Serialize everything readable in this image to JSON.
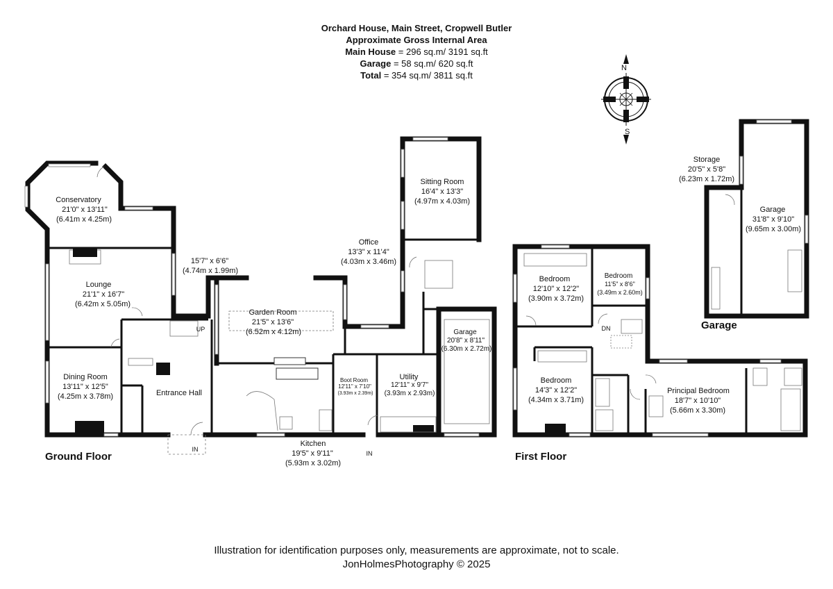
{
  "header": {
    "address": "Orchard House, Main Street, Cropwell Butler",
    "area_title": "Approximate Gross Internal Area",
    "main_house_label": "Main House",
    "main_house_value": "= 296 sq.m/ 3191 sq.ft",
    "garage_label": "Garage",
    "garage_value": "= 58 sq.m/ 620 sq.ft",
    "total_label": "Total",
    "total_value": "= 354 sq.m/ 3811 sq.ft"
  },
  "compass": {
    "north": "N",
    "south": "S"
  },
  "floors": {
    "ground": "Ground Floor",
    "first": "First Floor",
    "garage": "Garage"
  },
  "rooms": {
    "conservatory": {
      "name": "Conservatory",
      "imperial": "21'0\" x 13'11\"",
      "metric": "(6.41m x 4.25m)"
    },
    "passage": {
      "imperial": "15'7\" x 6'6\"",
      "metric": "(4.74m x 1.99m)"
    },
    "lounge": {
      "name": "Lounge",
      "imperial": "21'1\" x 16'7\"",
      "metric": "(6.42m x 5.05m)"
    },
    "dining": {
      "name": "Dining Room",
      "imperial": "13'11\" x 12'5\"",
      "metric": "(4.25m x 3.78m)"
    },
    "entrance": {
      "name": "Entrance Hall"
    },
    "garden_room": {
      "name": "Garden Room",
      "imperial": "21'5\" x 13'6\"",
      "metric": "(6.52m x 4.12m)"
    },
    "kitchen": {
      "name": "Kitchen",
      "imperial": "19'5\" x 9'11\"",
      "metric": "(5.93m x 3.02m)"
    },
    "boot_room": {
      "name": "Boot Room",
      "imperial": "12'11\" x 7'10\"",
      "metric": "(3.93m x 2.39m)"
    },
    "utility": {
      "name": "Utility",
      "imperial": "12'11\" x 9'7\"",
      "metric": "(3.93m x 2.93m)"
    },
    "integral_garage": {
      "name": "Garage",
      "imperial": "20'8\" x 8'11\"",
      "metric": "(6.30m x 2.72m)"
    },
    "office": {
      "name": "Office",
      "imperial": "13'3\" x 11'4\"",
      "metric": "(4.03m x 3.46m)"
    },
    "sitting_room": {
      "name": "Sitting Room",
      "imperial": "16'4\" x 13'3\"",
      "metric": "(4.97m x 4.03m)"
    },
    "bedroom_a": {
      "name": "Bedroom",
      "imperial": "12'10\" x 12'2\"",
      "metric": "(3.90m x 3.72m)"
    },
    "bedroom_b": {
      "name": "Bedroom",
      "imperial": "11'5\" x 8'6\"",
      "metric": "(3.49m x 2.60m)"
    },
    "bedroom_c": {
      "name": "Bedroom",
      "imperial": "14'3\" x 12'2\"",
      "metric": "(4.34m x 3.71m)"
    },
    "principal": {
      "name": "Principal Bedroom",
      "imperial": "18'7\" x 10'10\"",
      "metric": "(5.66m x 3.30m)"
    },
    "storage": {
      "name": "Storage",
      "imperial": "20'5\" x 5'8\"",
      "metric": "(6.23m x 1.72m)"
    },
    "detached_garage": {
      "name": "Garage",
      "imperial": "31'8\" x 9'10\"",
      "metric": "(9.65m x 3.00m)"
    }
  },
  "markers": {
    "up": "UP",
    "dn": "DN",
    "in_front": "IN",
    "in_side": "IN"
  },
  "footer": {
    "disclaimer": "Illustration for identification purposes only, measurements are approximate, not to scale.",
    "credit": "JonHolmesPhotography © 2025"
  }
}
